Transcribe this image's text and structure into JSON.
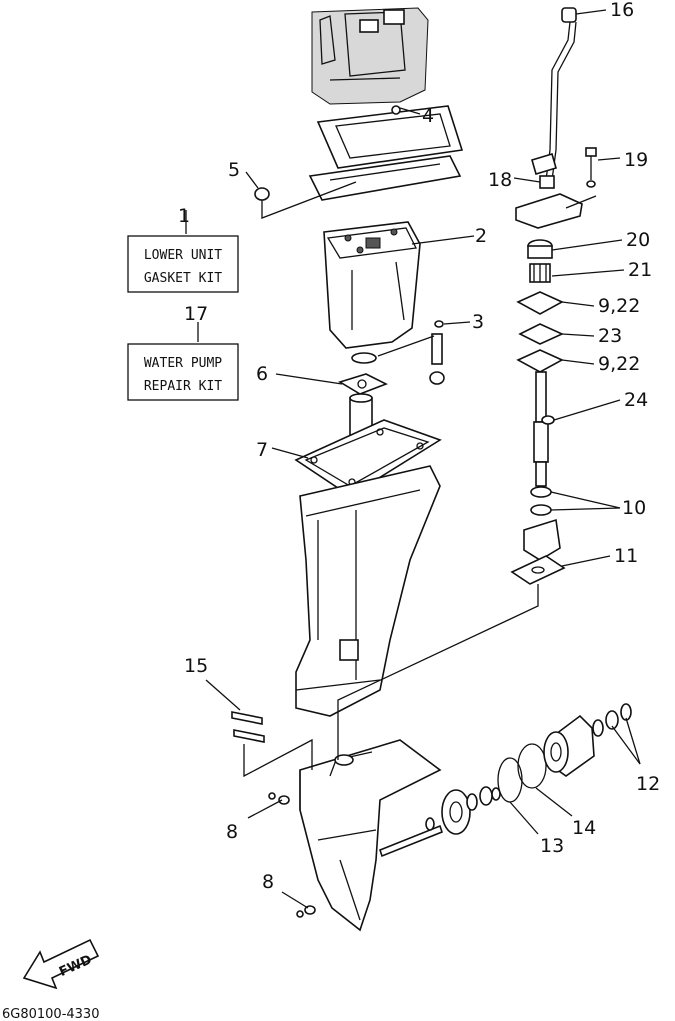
{
  "callouts": {
    "n1": "1",
    "n2": "2",
    "n3": "3",
    "n4": "4",
    "n5": "5",
    "n6": "6",
    "n7": "7",
    "n8a": "8",
    "n8b": "8",
    "n10": "10",
    "n11": "11",
    "n12": "12",
    "n13": "13",
    "n14": "14",
    "n15": "15",
    "n16": "16",
    "n17": "17",
    "n18": "18",
    "n19": "19",
    "n20": "20",
    "n21": "21",
    "n922a": "9,22",
    "n23": "23",
    "n922b": "9,22",
    "n24": "24"
  },
  "kits": {
    "gasket_line1": "LOWER UNIT",
    "gasket_line2": "GASKET KIT",
    "pump_line1": "WATER PUMP",
    "pump_line2": "REPAIR KIT"
  },
  "fwd_label": "FWD",
  "diagram_code": "6G80100-4330"
}
